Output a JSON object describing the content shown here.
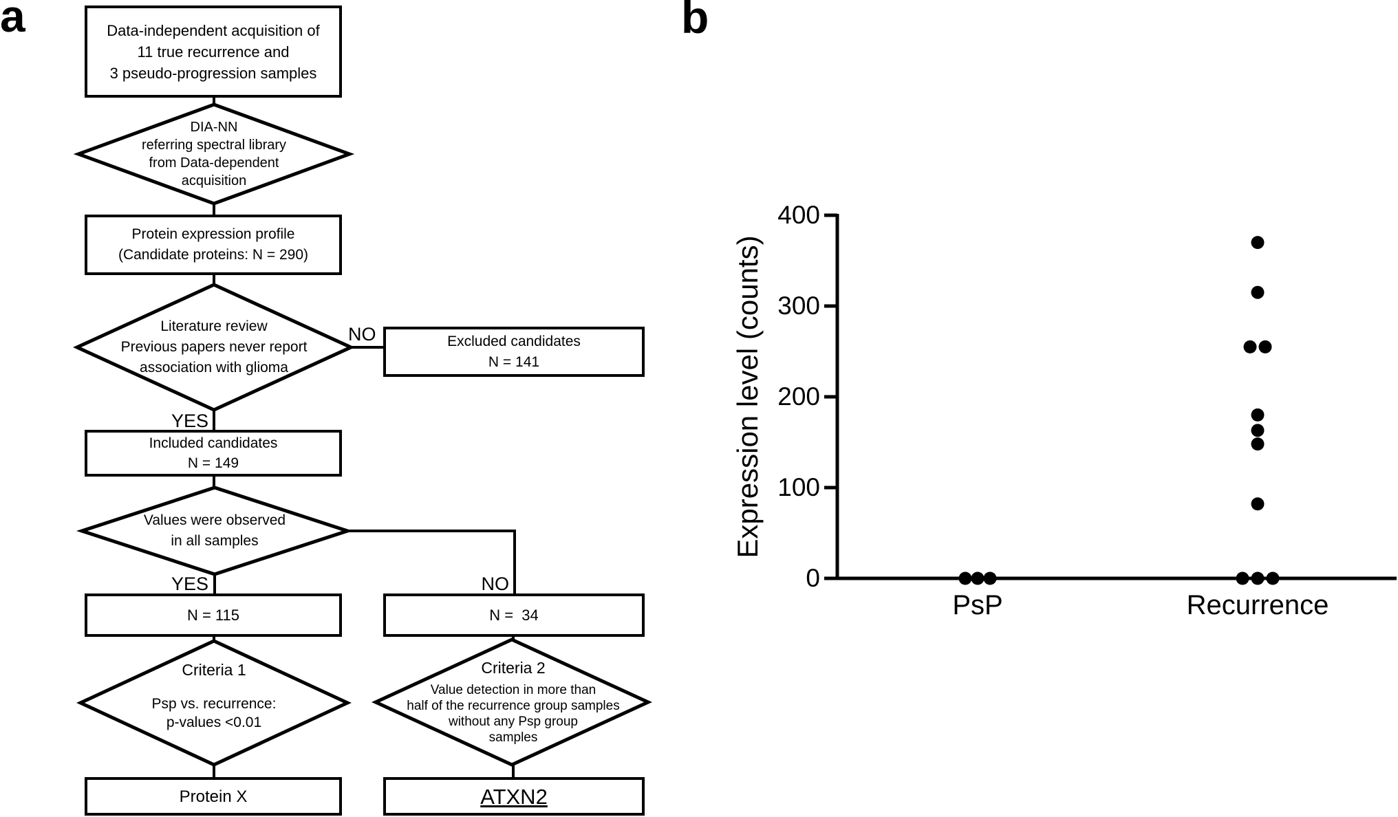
{
  "panel_a": {
    "label": "a",
    "nodes": {
      "acquisition": {
        "lines": [
          "Data-independent acquisition of",
          "11 true recurrence and",
          "3 pseudo-progression samples"
        ]
      },
      "diann": {
        "lines": [
          "DIA-NN",
          "referring spectral library",
          "from Data-dependent",
          "acquisition"
        ]
      },
      "profile": {
        "lines": [
          "Protein expression profile",
          "(Candidate proteins: N = 290)"
        ]
      },
      "literature": {
        "lines": [
          "Literature review",
          "Previous papers never report",
          "association with glioma"
        ]
      },
      "excluded": {
        "lines": [
          "Excluded candidates",
          "N = 141"
        ]
      },
      "included": {
        "lines": [
          "Included candidates",
          "N = 149"
        ]
      },
      "values_observed": {
        "lines": [
          "Values were observed",
          "in all samples"
        ]
      },
      "n_115": {
        "label": "N = 115"
      },
      "n_34": {
        "label": "N =  34"
      },
      "criteria_1": {
        "title": "Criteria 1",
        "lines": [
          "Psp vs. recurrence:",
          "p-values <0.01"
        ]
      },
      "criteria_2": {
        "title": "Criteria 2",
        "lines": [
          "Value detection in more than",
          "half of the recurrence group samples",
          "without any Psp group",
          "samples"
        ]
      },
      "protein_x": {
        "label": "Protein X"
      },
      "atxn2": {
        "label": "ATXN2"
      }
    },
    "branches": {
      "yes_literature": "YES",
      "no_literature": "NO",
      "yes_values": "YES",
      "no_values": "NO"
    }
  },
  "panel_b": {
    "label": "b",
    "chart_data": {
      "type": "scatter",
      "title": "",
      "xlabel": "",
      "ylabel": "Expression level (counts)",
      "ylim": [
        0,
        400
      ],
      "yticks": [
        0,
        100,
        200,
        300,
        400
      ],
      "categories": [
        "PsP",
        "Recurrence"
      ],
      "series": [
        {
          "name": "PsP",
          "values": [
            0,
            0,
            0
          ]
        },
        {
          "name": "Recurrence",
          "values": [
            370,
            315,
            255,
            255,
            180,
            163,
            148,
            82,
            0,
            0,
            0
          ]
        }
      ],
      "grid": false,
      "legend": false,
      "marker_color": "#000000"
    }
  }
}
